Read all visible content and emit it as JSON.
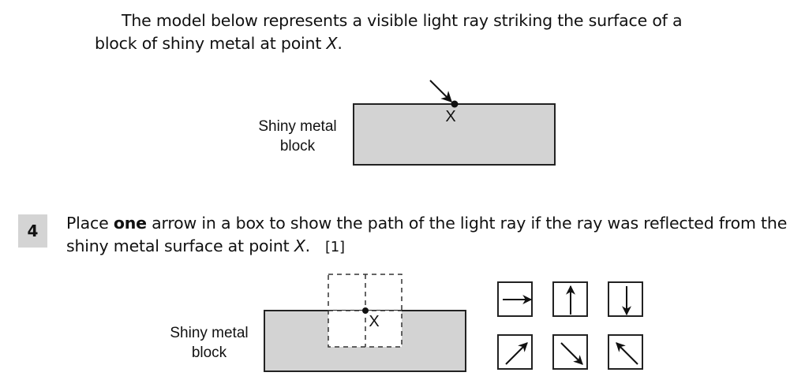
{
  "intro": {
    "line1": "The model below represents a visible light ray striking the surface of a",
    "line2_prefix": "block of shiny metal at point ",
    "line2_point": "X",
    "line2_suffix": "."
  },
  "diagram_top": {
    "block_label_line1": "Shiny metal",
    "block_label_line2": "block",
    "point_label": "X",
    "incoming_ray": "diagonal down-right toward point X"
  },
  "question": {
    "number": "4",
    "text_pre": "Place ",
    "text_bold": "one",
    "text_mid": " arrow in a box to show the path of the light ray if the ray was reflected from the shiny metal surface at point ",
    "text_point": "X",
    "text_end": ".",
    "marks": "[1]"
  },
  "diagram_bottom": {
    "block_label_line1": "Shiny metal",
    "block_label_line2": "block",
    "point_label": "X"
  },
  "colors": {
    "block_fill": "#d3d3d3",
    "qnum_bg": "#d4d4d4"
  },
  "answer_choices": [
    {
      "id": "right",
      "icon": "arrow-right-icon"
    },
    {
      "id": "up",
      "icon": "arrow-up-icon"
    },
    {
      "id": "down",
      "icon": "arrow-down-icon"
    },
    {
      "id": "up-right",
      "icon": "arrow-up-right-icon"
    },
    {
      "id": "down-right",
      "icon": "arrow-down-right-icon"
    },
    {
      "id": "up-left",
      "icon": "arrow-up-left-icon"
    }
  ]
}
